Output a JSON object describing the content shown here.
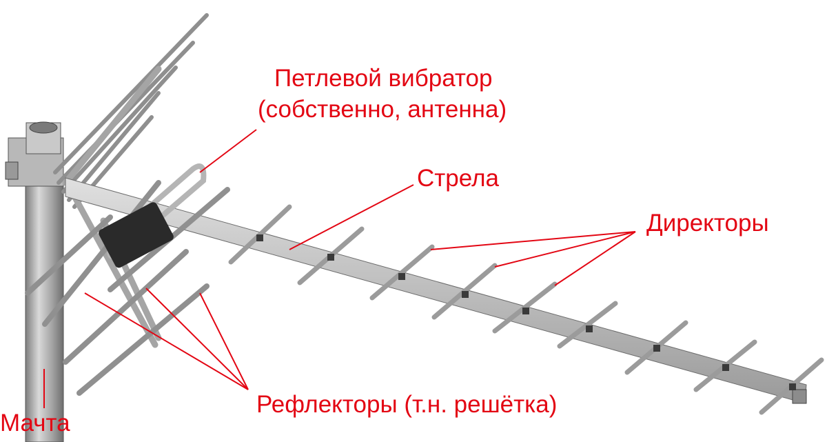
{
  "labels": {
    "loop_vibrator_line1": "Петлевой вибратор",
    "loop_vibrator_line2": "(собственно, антенна)",
    "boom": "Стрела",
    "directors": "Директоры",
    "reflectors": "Рефлекторы (т.н. решётка)",
    "mast": "Мачта"
  },
  "colors": {
    "label_text": "#e30613",
    "callout_line": "#e30613",
    "metal_light": "#d3d3d3",
    "metal_mid": "#a9a9a9",
    "metal_dark": "#6b6b6b",
    "black_box": "#2a2a2a"
  },
  "icons": {
    "antenna": "yagi-antenna-illustration"
  }
}
